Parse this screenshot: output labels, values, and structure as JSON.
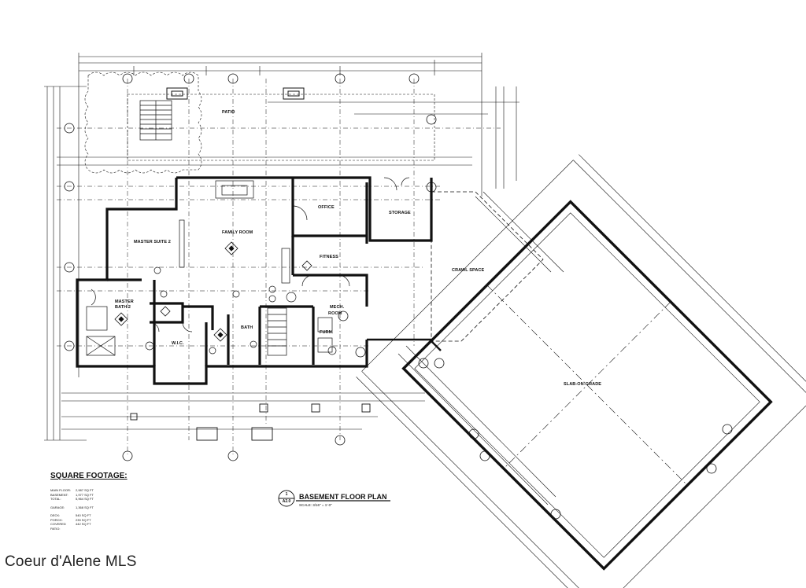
{
  "rooms": {
    "patio": "PATIO",
    "master_suite": "MASTER SUITE 2",
    "family_room": "FAMILY ROOM",
    "office": "OFFICE",
    "storage": "STORAGE",
    "fitness": "FITNESS",
    "crawl_space": "CRAWL SPACE",
    "master_bath_line1": "MASTER",
    "master_bath_line2": "BATH 2",
    "wic": "W.I.C.",
    "bath": "BATH",
    "mech_line1": "MECH.",
    "mech_line2": "ROOM",
    "furn": "FURN.",
    "slab": "SLAB-ON-GRADE"
  },
  "square_footage": {
    "title": "SQUARE FOOTAGE:",
    "main_floor_label": "MAIN FLOOR:",
    "main_floor_value": "2,987 SQ FT",
    "basement_label": "BASEMENT:",
    "basement_value": "1,977 SQ FT",
    "total_label": "TOTAL:",
    "total_value": "5,964 SQ FT",
    "garage_label": "GARAGE:",
    "garage_value": "1,368 SQ FT",
    "deck_label": "DECK:",
    "deck_value": "540 SQ FT",
    "porch_label": "PORCH:",
    "porch_value": "239 SQ FT",
    "covered_patio_label": "COVERED PATIO:",
    "covered_patio_value": "442 SQ FT"
  },
  "drawing": {
    "title": "BASEMENT FLOOR PLAN",
    "scale": "SCALE: 3/16\" = 1'-0\"",
    "number": "1",
    "sheet": "A2.0"
  },
  "watermark": "Coeur d'Alene MLS",
  "colors": {
    "ink": "#111111",
    "paper": "#ffffff",
    "wall_fill": "#555555"
  }
}
